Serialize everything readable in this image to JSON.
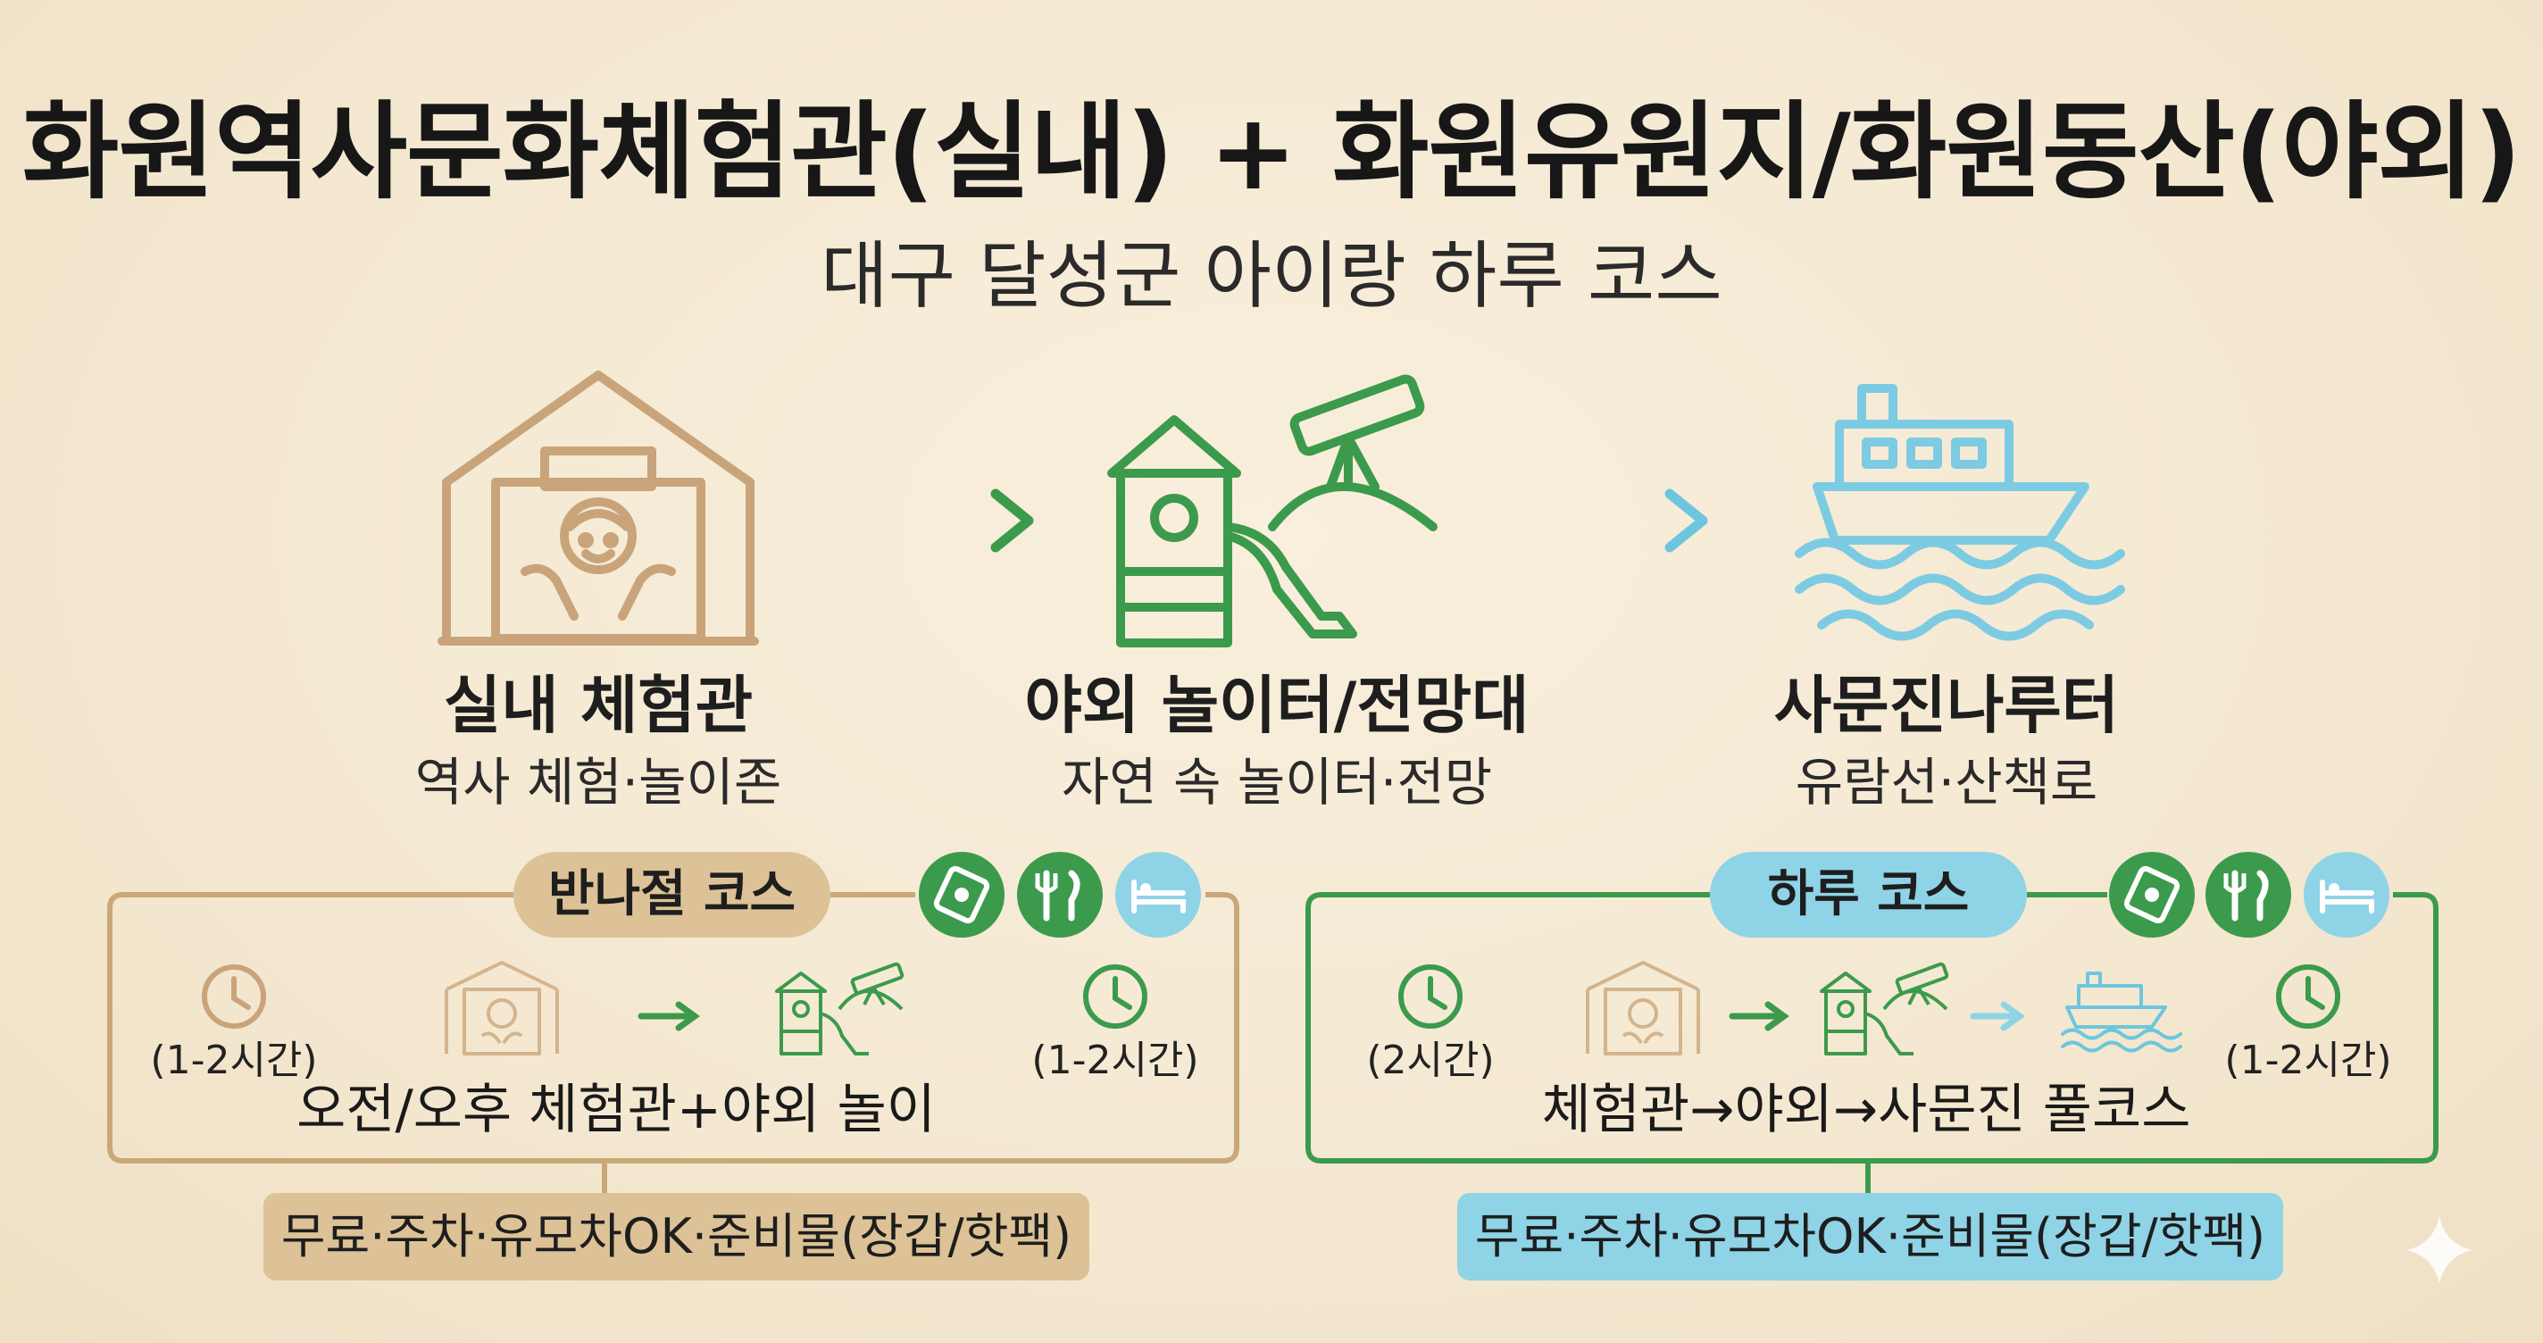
{
  "header": {
    "title": "화원역사문화체험관(실내) + 화원유원지/화원동산(야외)",
    "subtitle": "대구 달성군 아이랑 하루 코스"
  },
  "stages": [
    {
      "name": "실내 체험관",
      "desc": "역사 체험·놀이존",
      "icon": "museum-kid-icon"
    },
    {
      "name": "야외 놀이터/전망대",
      "desc": "자연 속 놀이터·전망",
      "icon": "playground-telescope-icon"
    },
    {
      "name": "사문진나루터",
      "desc": "유람선·산책로",
      "icon": "cruise-ship-icon"
    }
  ],
  "courses": [
    {
      "label": "반나절 코스",
      "start_duration": "(1-2시간)",
      "end_duration": "(1-2시간)",
      "route": "오전/오후 체험관+야외 놀이",
      "note": "무료·주차·유모차OK·준비물(장갑/핫팩)",
      "badges": [
        "ticket-icon",
        "utensils-icon",
        "bed-icon"
      ]
    },
    {
      "label": "하루 코스",
      "start_duration": "(2시간)",
      "end_duration": "(1-2시간)",
      "route": "체험관→야외→사문진 풀코스",
      "note": "무료·주차·유모차OK·준비물(장갑/핫팩)",
      "badges": [
        "ticket-icon",
        "utensils-icon",
        "bed-icon"
      ]
    }
  ],
  "colors": {
    "background": "#f5ead4",
    "tan": "#c9a878",
    "tan_fill": "#dcc296",
    "green": "#3c9a4c",
    "blue": "#6ec6de",
    "blue_fill": "#8fd3e6"
  }
}
